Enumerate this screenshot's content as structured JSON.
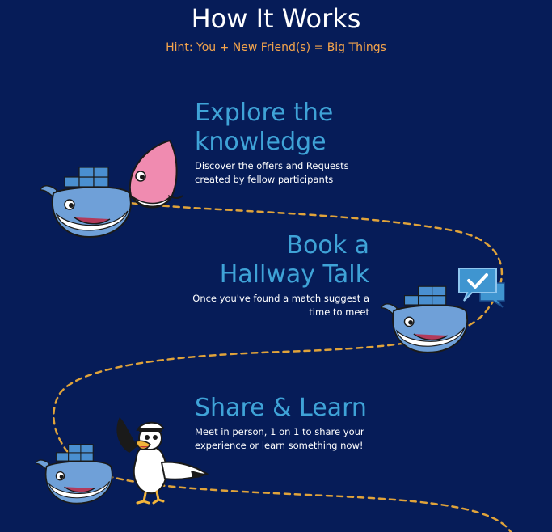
{
  "header": {
    "title": "How It Works",
    "hint": "Hint: You + New Friend(s) = Big Things"
  },
  "steps": [
    {
      "title": "Explore the knowledge",
      "description": "Discover the offers and Requests created by fellow participants"
    },
    {
      "title": "Book a Hallway Talk",
      "description": "Once you've found a match suggest a time to meet"
    },
    {
      "title": "Share & Learn",
      "description": "Meet in person, 1 on 1 to share your experience or learn something now!"
    }
  ],
  "colors": {
    "background": "#061c58",
    "accent_title": "#3fa3d7",
    "hint": "#f6a54c",
    "path": "#e0a33a",
    "whale_blue": "#6fa0d8",
    "whale_pink": "#f08bb0"
  },
  "icons": [
    "blue-whale-icon",
    "pink-whale-icon",
    "chat-check-icon",
    "seagull-captain-icon"
  ]
}
